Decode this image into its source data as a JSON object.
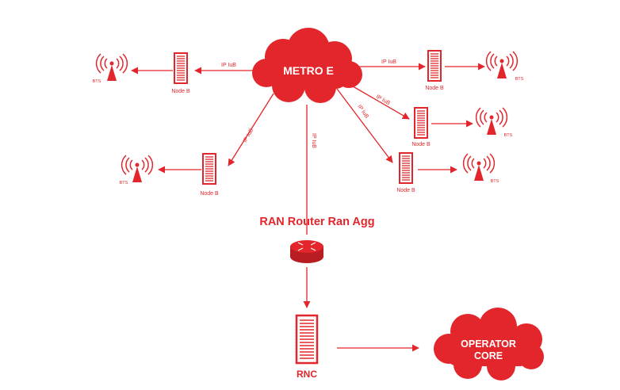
{
  "colors": {
    "accent": "#e3262b",
    "accent_dark": "#b81d22",
    "background": "#ffffff"
  },
  "clouds": {
    "metro": {
      "label": "METRO E"
    },
    "core": {
      "line1": "OPERATOR",
      "line2": "CORE"
    }
  },
  "links": {
    "left_top": "IP IuB",
    "left_mid": "IP IuB",
    "center": "IP IuB",
    "right_top": "IP IuB",
    "right_mid": "IP IuB",
    "right_low": "IP IuB"
  },
  "node_b": {
    "left_top": "Node B",
    "left_mid": "Node B",
    "right_top": "Node B",
    "right_mid": "Node B",
    "right_low": "Node B"
  },
  "bts": {
    "left_top": "BTS",
    "left_mid": "BTS",
    "right_top": "BTS",
    "right_mid": "BTS",
    "right_low": "BTS"
  },
  "router": {
    "label": "RAN Router Ran Agg"
  },
  "rnc": {
    "label": "RNC"
  }
}
